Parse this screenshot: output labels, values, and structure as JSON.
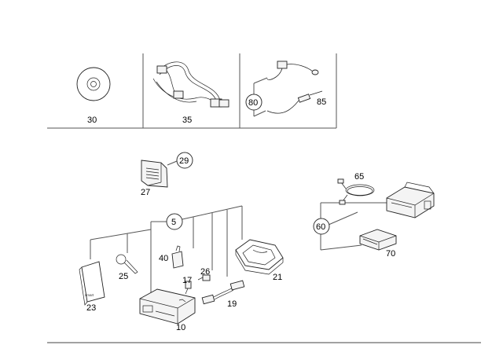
{
  "parts": {
    "p30": "30",
    "p35": "35",
    "p80": "80",
    "p85": "85",
    "p29": "29",
    "p27": "27",
    "p5": "5",
    "p40": "40",
    "p25": "25",
    "p26": "26",
    "p17": "17",
    "p21": "21",
    "p19": "19",
    "p23": "23",
    "p10": "10",
    "p65": "65",
    "p60": "60",
    "p70": "70"
  },
  "booklet_text": "smart"
}
